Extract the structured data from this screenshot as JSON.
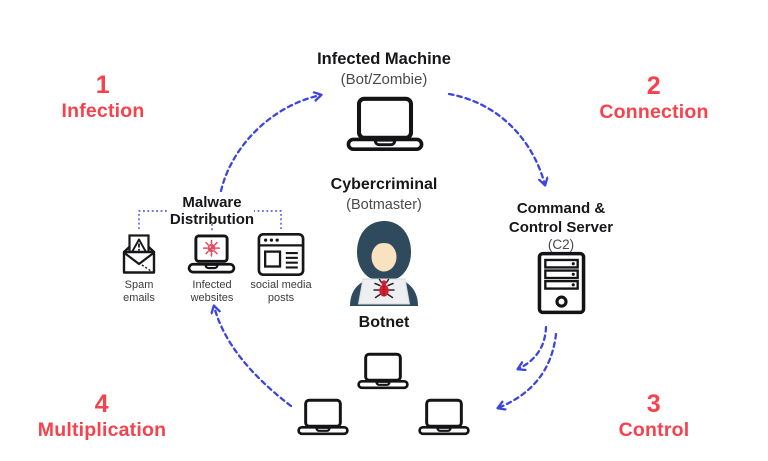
{
  "stages": [
    {
      "number": "1",
      "label": "Infection"
    },
    {
      "number": "2",
      "label": "Connection"
    },
    {
      "number": "3",
      "label": "Control"
    },
    {
      "number": "4",
      "label": "Multiplication"
    }
  ],
  "infected_machine": {
    "title": "Infected Machine",
    "subtitle": "(Bot/Zombie)",
    "icon": "laptop-icon"
  },
  "cybercriminal": {
    "title": "Cybercriminal",
    "subtitle": "(Botmaster)",
    "icon": "hooded-hacker-icon"
  },
  "botnet": {
    "title": "Botnet",
    "machine_icons": [
      "laptop-icon",
      "laptop-icon",
      "laptop-icon"
    ]
  },
  "c2_server": {
    "title_line1": "Command &",
    "title_line2": "Control Server",
    "subtitle": "(C2)",
    "icon": "server-tower-icon"
  },
  "malware_distribution": {
    "title": "Malware Distribution",
    "channels": [
      {
        "label": "Spam emails",
        "icon": "open-envelope-warning-icon"
      },
      {
        "label": "Infected websites",
        "icon": "laptop-virus-icon"
      },
      {
        "label": "social media posts",
        "icon": "browser-window-icon"
      }
    ]
  },
  "arrows": [
    "infection-arrow",
    "connection-arrow",
    "control-arrow-inner",
    "control-arrow-outer",
    "multiplication-arrow"
  ],
  "colors": {
    "stage_text": "#f5424d",
    "arrow_blue": "#3c46de",
    "heading_text": "#17171a",
    "muted_text": "#4a4a4a",
    "hood": "#2e4a5c",
    "skin": "#f8e2c0",
    "bug_red": "#d41f33",
    "virus_red": "#e04f60"
  }
}
